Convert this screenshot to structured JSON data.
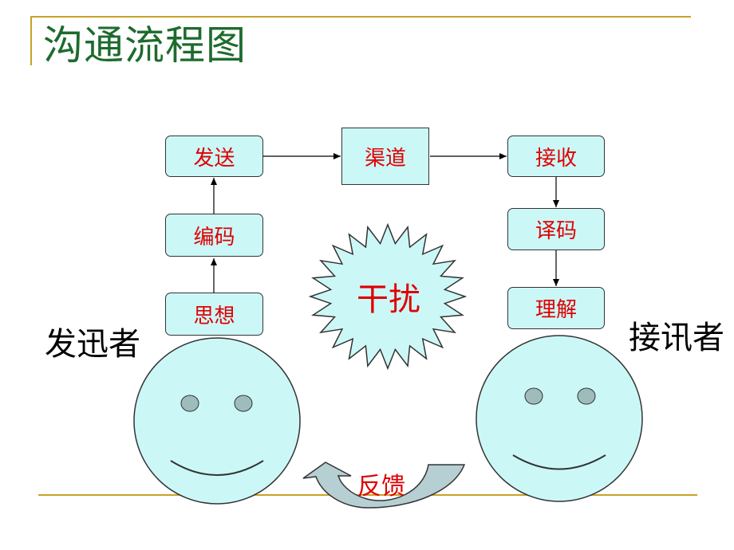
{
  "title": "沟通流程图",
  "nodes": {
    "send": "发送",
    "encode": "编码",
    "idea": "思想",
    "channel": "渠道",
    "receive": "接收",
    "decode": "译码",
    "understand": "理解",
    "noise": "干扰",
    "feedback": "反馈"
  },
  "roles": {
    "sender": "发迅者",
    "receiver": "接讯者"
  },
  "colors": {
    "title": "#1d6b2e",
    "box_fill": "#ccf7f7",
    "label_red": "#e00000",
    "rule_gold": "#c9a227",
    "face_fill": "#ccf7f7",
    "eye_fill": "#9fbcbc",
    "arrow_fill": "#b5cfd3"
  }
}
